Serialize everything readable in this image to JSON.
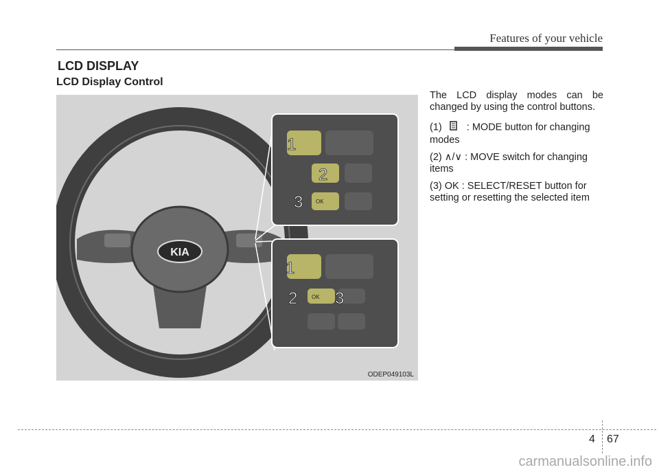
{
  "header": {
    "title": "Features of your vehicle"
  },
  "section": {
    "title": "LCD DISPLAY",
    "subtitle": "LCD Display Control"
  },
  "figure": {
    "code": "ODEP049103L",
    "callouts": [
      "1",
      "2",
      "3"
    ],
    "ok_label": "OK"
  },
  "text": {
    "intro": "The LCD display modes can be changed by using the control buttons.",
    "items": [
      {
        "num": "(1)",
        "desc": ": MODE button for changing modes"
      },
      {
        "num": "(2)",
        "symbol": "∧/∨",
        "desc": ": MOVE switch for changing items"
      },
      {
        "num": "(3) OK",
        "desc": ": SELECT/RESET button for setting or resetting the selected item"
      }
    ]
  },
  "page": {
    "chapter": "4",
    "number": "67"
  },
  "watermark": "carmanualsonline.info",
  "colors": {
    "accent_yellow": "#b8b468",
    "wheel": "#4a4a4a",
    "rule": "#555555"
  }
}
